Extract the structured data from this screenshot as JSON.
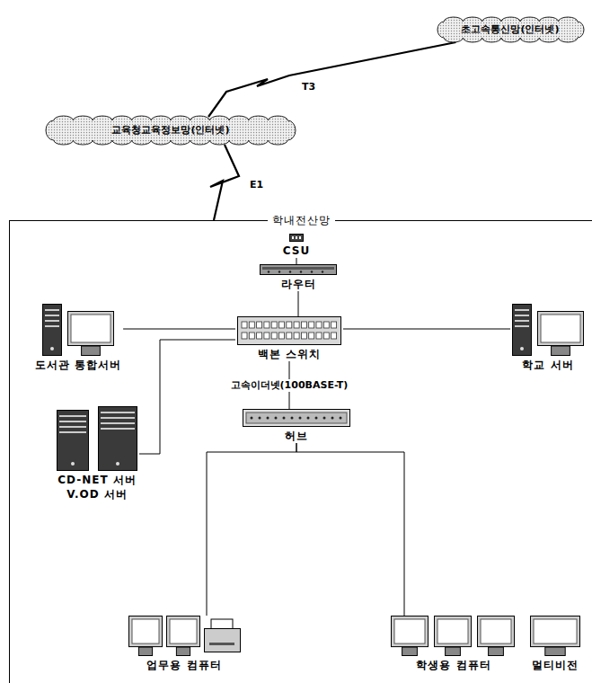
{
  "diagram": {
    "nodes": [
      {
        "text": [
          "초고속통신망(인터넷)"
        ]
      },
      {
        "text": [
          "교육청교육정보망(인터넷)"
        ]
      },
      {
        "text": [
          "학내전산망"
        ]
      },
      {
        "text": [
          "CSU"
        ],
        "in": 2
      },
      {
        "text": [
          "라우터"
        ],
        "in": 2
      },
      {
        "text": [
          "도서관 통합서버"
        ],
        "in": 2
      },
      {
        "text": [
          "백본 스위치"
        ],
        "in": 2
      },
      {
        "text": [
          "학교 서버"
        ],
        "in": 2
      },
      {
        "text": [
          "CD-NET 서버",
          "V.OD 서버"
        ],
        "in": 2
      },
      {
        "text": [
          "허브"
        ],
        "in": 2
      },
      {
        "text": [
          "업무용 컴퓨터"
        ],
        "in": 2
      },
      {
        "text": [
          "학생용 컴퓨터"
        ],
        "in": 2
      },
      {
        "text": [
          "멀티비전"
        ],
        "in": 2
      }
    ],
    "edges": [
      {
        "from": 0,
        "to": 1,
        "label": "T3",
        "arrow": "none"
      },
      {
        "from": 1,
        "to": 2,
        "label": "E1",
        "arrow": "none"
      },
      {
        "from": 3,
        "to": 4,
        "arrow": "none"
      },
      {
        "from": 4,
        "to": 6,
        "arrow": "none"
      },
      {
        "from": 6,
        "to": 5,
        "arrow": "none"
      },
      {
        "from": 6,
        "to": 7,
        "arrow": "none"
      },
      {
        "from": 6,
        "to": 8,
        "arrow": "none"
      },
      {
        "from": 6,
        "to": 9,
        "label": "고속이더넷(100BASE-T)",
        "arrow": "none"
      },
      {
        "from": 9,
        "to": 10,
        "arrow": "none"
      },
      {
        "from": 9,
        "to": 11,
        "arrow": "none"
      }
    ]
  }
}
